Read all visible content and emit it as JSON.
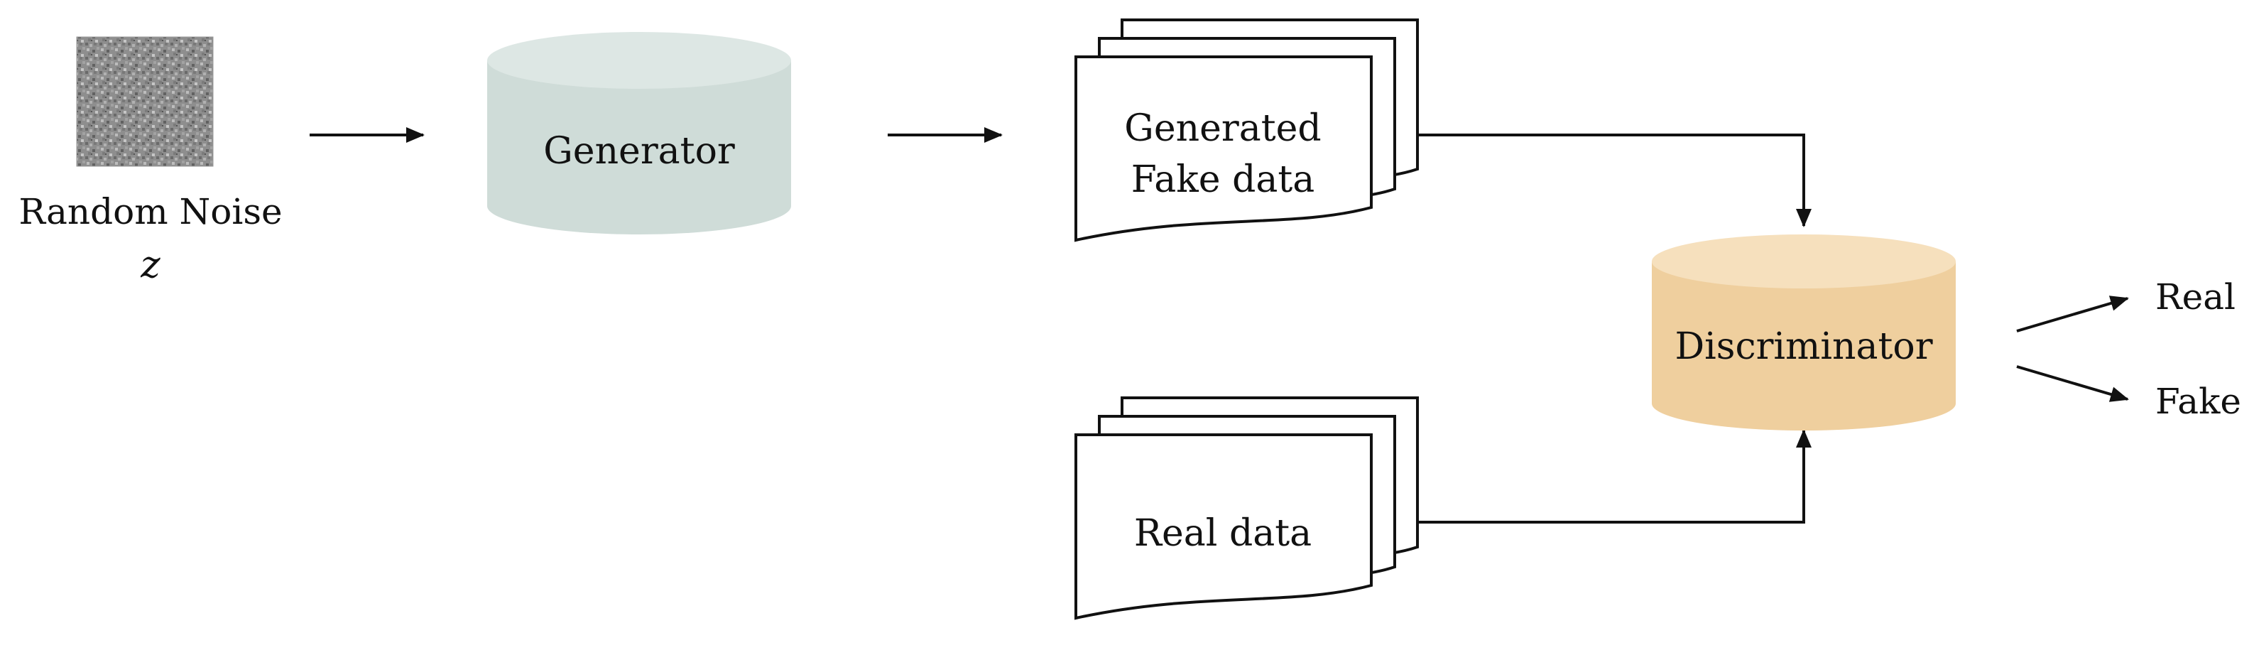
{
  "diagram": {
    "noise": {
      "label": "Random Noise",
      "variable": "z"
    },
    "generator": {
      "label": "Generator",
      "color": "#cfdcd8",
      "top_color": "#dde7e4"
    },
    "fake_data": {
      "line1": "Generated",
      "line2": "Fake data"
    },
    "real_data": {
      "label": "Real data"
    },
    "discriminator": {
      "label": "Discriminator",
      "color": "#efcf9e",
      "top_color": "#f6e0bd"
    },
    "outputs": {
      "real": "Real",
      "fake": "Fake"
    }
  }
}
